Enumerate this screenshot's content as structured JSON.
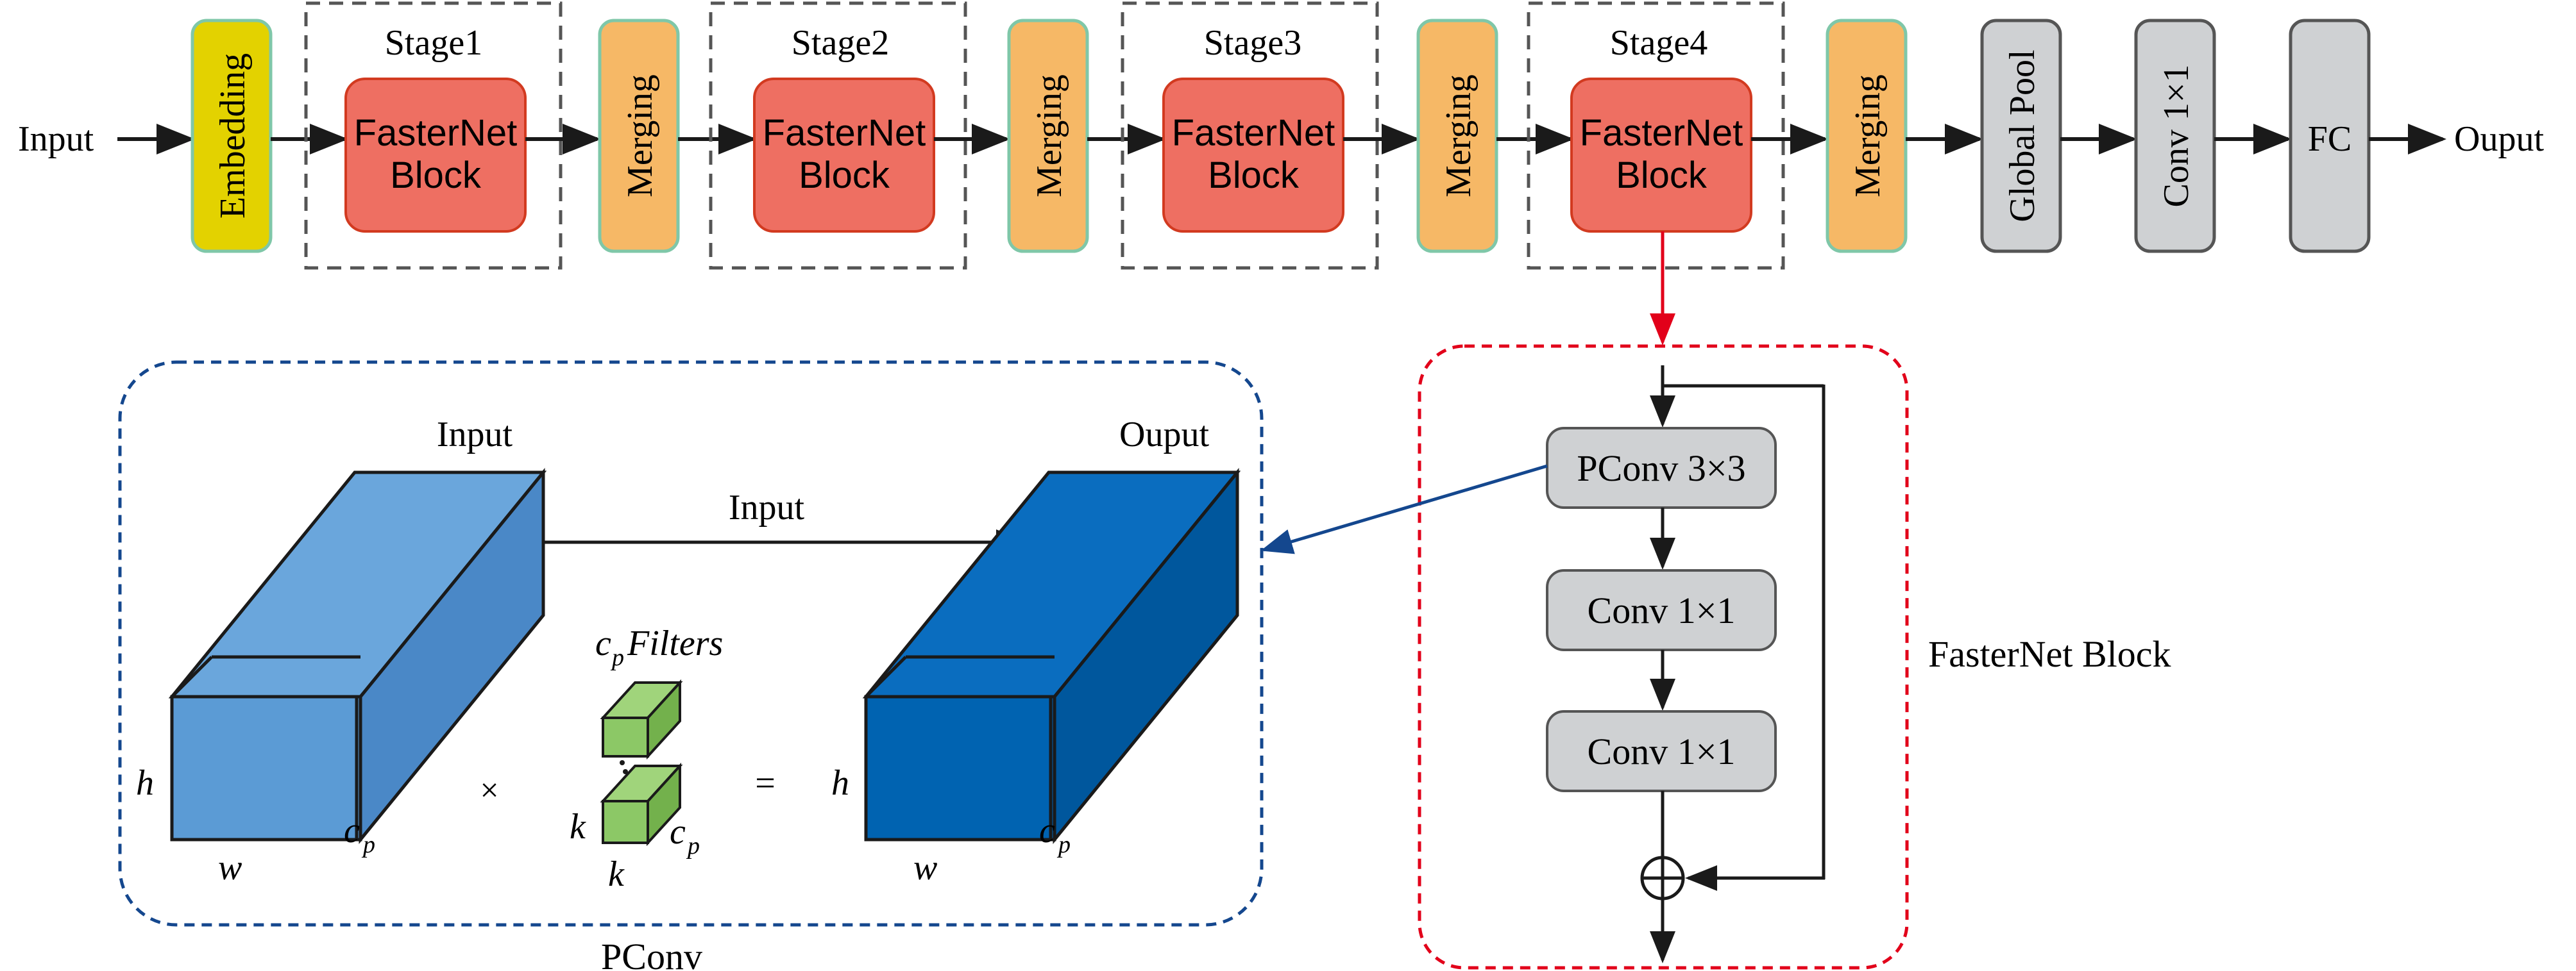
{
  "pipeline": {
    "input_label": "Input",
    "output_label": "Ouput",
    "embedding_label": "Embedding",
    "merging_label": "Merging",
    "block_line1": "FasterNet",
    "block_line2": "Block",
    "stages": [
      "Stage1",
      "Stage2",
      "Stage3",
      "Stage4"
    ],
    "global_pool_label": "Global Pool",
    "conv1x1_label": "Conv 1×1",
    "fc_label": "FC"
  },
  "block_detail": {
    "caption": "FasterNet Block",
    "pconv_label": "PConv 3×3",
    "conv_a_label": "Conv 1×1",
    "conv_b_label": "Conv 1×1",
    "add_symbol": "⊕"
  },
  "pconv_panel": {
    "caption": "PConv",
    "input_label": "Input",
    "output_label": "Ouput",
    "arrow_label": "Input",
    "filters_label": "Filters",
    "c_letter": "c",
    "p_sub": "p",
    "h_label": "h",
    "w_label": "w",
    "k_label": "k",
    "times_sign": "×",
    "equals_sign": "="
  },
  "colors": {
    "embedding": "#e3d200",
    "merging": "#f6b866",
    "block": "#ee6f62",
    "gray_box": "#cfd1d3",
    "pconv_blue_front": "#5b9bd5",
    "pconv_blue_side": "#4a88c7",
    "output_blue": "#0063b1",
    "filter_green": "#8cc866",
    "red_accent": "#e2001a",
    "navy_accent": "#14478e"
  }
}
